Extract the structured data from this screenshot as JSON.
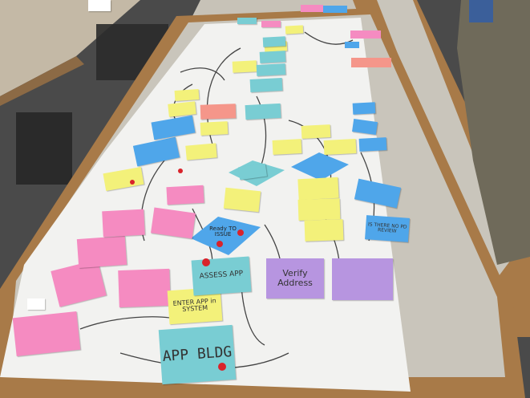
{
  "notes": [
    {
      "id": "app-bldg",
      "text": "APP BLDG",
      "color": "#79cdd3"
    },
    {
      "id": "enter-app",
      "text": "ENTER APP in SYSTEM",
      "color": "#f3f17a"
    },
    {
      "id": "assess-app",
      "text": "ASSESS APP",
      "color": "#79cdd3"
    },
    {
      "id": "verify-address",
      "text": "Verify Address",
      "color": "#b795e0"
    },
    {
      "id": "address-list",
      "text": "",
      "color": "#b795e0"
    },
    {
      "id": "ready-to-issue",
      "text": "Ready TO ISSUE",
      "color": "#5a8fe0"
    },
    {
      "id": "yes-flag",
      "text": "",
      "color": "#f3f17a"
    },
    {
      "id": "no-review",
      "text": "IS THERE NO PD REVIEW",
      "color": "#4fa6ea"
    },
    {
      "id": "send-review",
      "text": "",
      "color": "#4fa6ea"
    },
    {
      "id": "center-check",
      "text": "",
      "color": "#79cdd3"
    }
  ],
  "colors": {
    "paper": "#f2f2f0",
    "table": "#c9c5bb",
    "table_edge": "#a87a48",
    "carpet": "#4a4a4a",
    "pink": "#f58bc1",
    "yellow": "#f3f17a",
    "blue": "#4fa6ea",
    "purple": "#b795e0",
    "teal": "#79cdd3",
    "orange": "#f5968a",
    "sticker": "#d9232b"
  }
}
